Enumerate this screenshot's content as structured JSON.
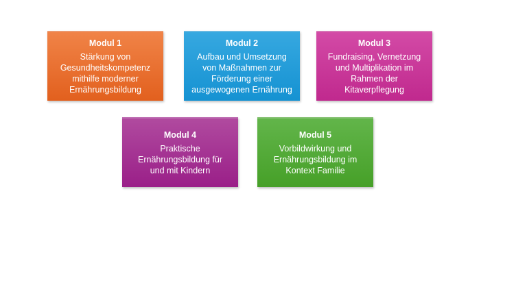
{
  "modules": [
    {
      "title": "Modul 1",
      "lines": [
        "Stärkung von",
        "Gesundheitskompetenz",
        "mithilfe moderner",
        "Ernährungsbildung"
      ],
      "color": "#e8692a"
    },
    {
      "title": "Modul 2",
      "lines": [
        "Aufbau und Umsetzung",
        "von Maßnahmen zur",
        "Förderung einer",
        "ausgewogenen Ernährung"
      ],
      "color": "#1e9ad6"
    },
    {
      "title": "Modul 3",
      "lines": [
        "Fundraising, Vernetzung",
        "und Multiplikation im",
        "Rahmen der",
        "Kitaverpflegung"
      ],
      "color": "#c9369a"
    },
    {
      "title": "Modul 4",
      "lines": [
        "Praktische",
        "Ernährungsbildung für",
        "und mit Kindern"
      ],
      "color": "#a3288f"
    },
    {
      "title": "Modul 5",
      "lines": [
        "Vorbildwirkung und",
        "Ernährungsbildung im",
        "Kontext Familie"
      ],
      "color": "#4aa832"
    }
  ]
}
